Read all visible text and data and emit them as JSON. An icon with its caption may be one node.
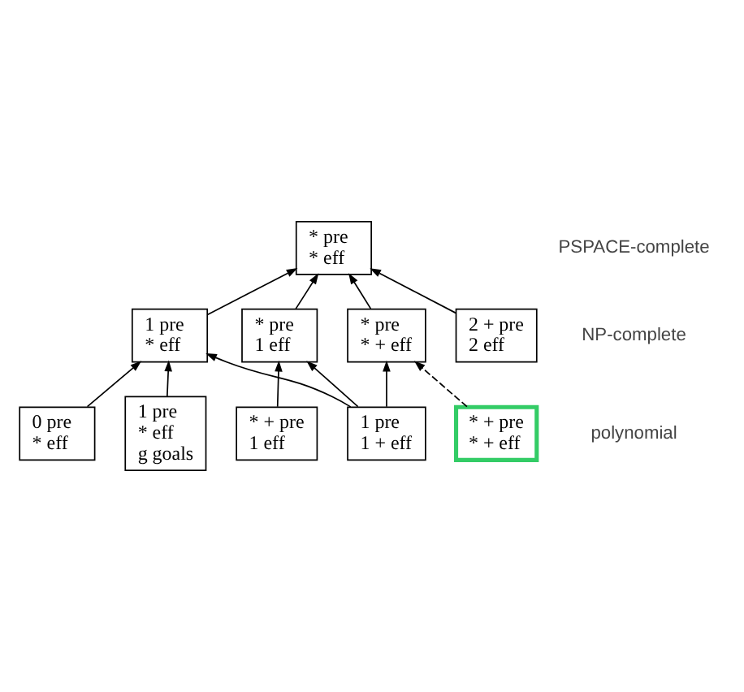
{
  "diagram": {
    "nodes": [
      {
        "text": [
          "* pre",
          "* eff"
        ]
      },
      {
        "text": [
          "* pre",
          "1 eff"
        ]
      },
      {
        "text": [
          "1 pre",
          "* eff"
        ]
      },
      {
        "text": [
          "2 + pre",
          "2 eff"
        ]
      },
      {
        "text": [
          "* pre",
          "* + eff"
        ]
      },
      {
        "text": [
          "1 pre",
          "1 + eff"
        ]
      },
      {
        "text": [
          "* + pre",
          "1 eff"
        ]
      },
      {
        "text": [
          "* + pre",
          "* + eff"
        ]
      },
      {
        "text": [
          "1 pre",
          "* eff",
          "g goals"
        ]
      },
      {
        "text": [
          "0 pre",
          "* eff"
        ]
      }
    ],
    "edges": [
      {
        "from": 1,
        "to": 0,
        "arrow": "to"
      },
      {
        "from": 4,
        "to": 0,
        "arrow": "to"
      },
      {
        "from": 2,
        "to": 0,
        "arrow": "to"
      },
      {
        "from": 3,
        "to": 0,
        "arrow": "to"
      },
      {
        "from": 6,
        "to": 1,
        "arrow": "to"
      },
      {
        "from": 5,
        "to": 1,
        "arrow": "to"
      },
      {
        "from": 5,
        "to": 2,
        "arrow": "to"
      },
      {
        "from": 8,
        "to": 2,
        "arrow": "to"
      },
      {
        "from": 9,
        "to": 2,
        "arrow": "to"
      },
      {
        "from": 5,
        "to": 4,
        "arrow": "to"
      },
      {
        "from": 7,
        "to": 4,
        "arrow": "to",
        "style": "dashed"
      }
    ],
    "labels": [
      "PSPACE-complete",
      "NP-complete",
      "polynomial"
    ]
  }
}
